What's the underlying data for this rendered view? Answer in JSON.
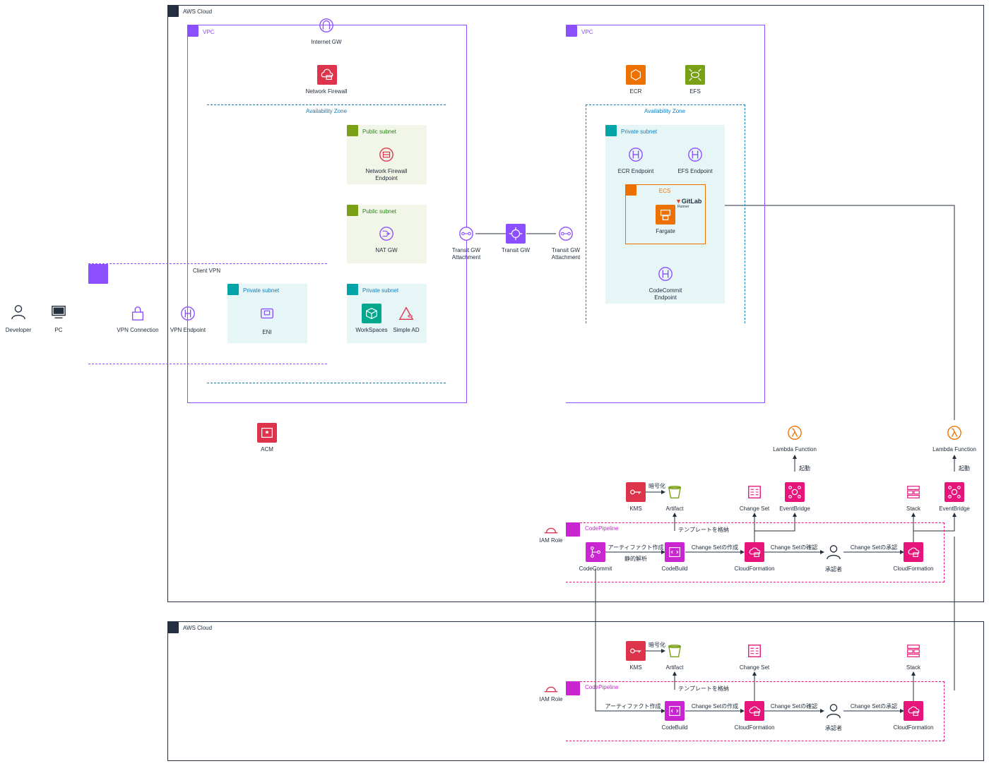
{
  "colors": {
    "compute": "#ED7100",
    "storage": "#7AA116",
    "security": "#DD344C",
    "network": "#8C4FFF",
    "devtools": "#C925D1",
    "mgmt": "#E7157B",
    "enduser": "#01A88D",
    "az": "#147EBA",
    "subnet_pub": "#7AA116",
    "subnet_priv": "#00A4A6"
  },
  "groups": {
    "aws_cloud_1": "AWS Cloud",
    "aws_cloud_2": "AWS Cloud",
    "vpc_left": "VPC",
    "vpc_right": "VPC",
    "az_left": "Availability Zone",
    "az_right": "Availability Zone",
    "public_subnet_1": "Public subnet",
    "public_subnet_2": "Public subnet",
    "private_subnet_eni": "Private subnet",
    "private_subnet_ws": "Private subnet",
    "private_subnet_right": "Private subnet",
    "client_vpn": "Client VPN",
    "ecs": "ECS",
    "pipeline_1": "CodePipeline",
    "pipeline_2": "CodePipeline"
  },
  "nodes": {
    "developer": "Developer",
    "pc": "PC",
    "vpn_connection": "VPN Connection",
    "vpn_endpoint": "VPN Endpoint",
    "internet_gw": "Internet GW",
    "network_firewall": "Network Firewall",
    "nfw_endpoint": "Network Firewall\nEndpoint",
    "nat_gw": "NAT GW",
    "eni": "ENI",
    "workspaces": "WorkSpaces",
    "simple_ad": "Simple AD",
    "tgw_attach_l": "Transit GW\nAttachment",
    "transit_gw": "Transit GW",
    "tgw_attach_r": "Transit GW\nAttachment",
    "ecr": "ECR",
    "efs": "EFS",
    "ecr_endpoint": "ECR Endpoint",
    "efs_endpoint": "EFS Endpoint",
    "gitlab": "GitLab",
    "gitlab_sub": "Runner",
    "fargate": "Fargate",
    "codecommit_endpoint": "CodeCommit\nEndpoint",
    "acm": "ACM",
    "lambda_1": "Lambda Function",
    "lambda_2": "Lambda Function",
    "kms_1": "KMS",
    "artifact_1": "Artifact",
    "changeset_1": "Change Set",
    "eventbridge_1": "EventBridge",
    "stack_1": "Stack",
    "eventbridge_2": "EventBridge",
    "iam_role_1": "IAM Role",
    "codecommit": "CodeCommit",
    "codebuild_1": "CodeBuild",
    "cloudformation_1a": "CloudFormation",
    "approver_1": "承認者",
    "cloudformation_1b": "CloudFormation",
    "kms_2": "KMS",
    "artifact_2": "Artifact",
    "changeset_2": "Change Set",
    "stack_2": "Stack",
    "iam_role_2": "IAM Role",
    "codebuild_2": "CodeBuild",
    "cloudformation_2a": "CloudFormation",
    "approver_2": "承認者",
    "cloudformation_2b": "CloudFormation"
  },
  "edges": {
    "encrypt_1": "暗号化",
    "encrypt_2": "暗号化",
    "trigger_1": "起動",
    "trigger_2": "起動",
    "template_store_1": "テンプレートを格納",
    "template_store_2": "テンプレートを格納",
    "artifact_create_1": "アーティファクト作成",
    "static_analysis": "静的解析",
    "artifact_create_2": "アーティファクト作成",
    "changeset_create_1": "Change Setの作成",
    "changeset_create_2": "Change Setの作成",
    "changeset_confirm_1": "Change Setの確認",
    "changeset_confirm_2": "Change Setの確認",
    "changeset_apply_1": "Change Setの承認",
    "changeset_apply_2": "Change Setの承認"
  }
}
